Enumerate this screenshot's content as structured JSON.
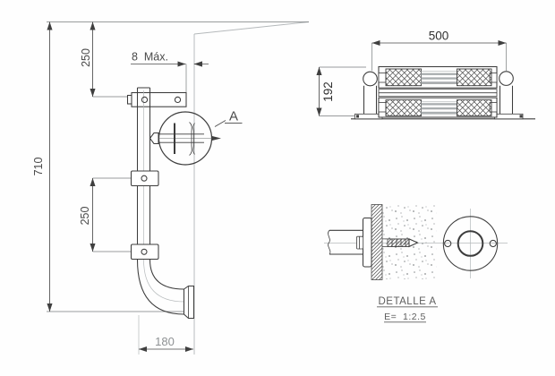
{
  "drawing": {
    "type": "technical-drawing",
    "views": {
      "side_elevation": {
        "dims": {
          "total_height": "710",
          "upper_spacing": "250",
          "lower_spacing": "250",
          "base_depth": "180",
          "wall_gap": "8  Máx."
        },
        "detail_marker": "A"
      },
      "front_view": {
        "dims": {
          "width": "500",
          "height": "192"
        }
      },
      "detail_a": {
        "title": "DETALLE A",
        "scale": "E=  1:2.5"
      }
    }
  },
  "colors": {
    "background": "#fefefe",
    "line_dark": "#3c3c3c",
    "line_dim": "#4a4a4a",
    "line_ext": "#777b7d",
    "line_light": "#b5b9bb",
    "text_main": "#4a4a4a",
    "text_strong": "#303030",
    "text_light": "#8e9193",
    "text_det": "#5d5d5d"
  }
}
